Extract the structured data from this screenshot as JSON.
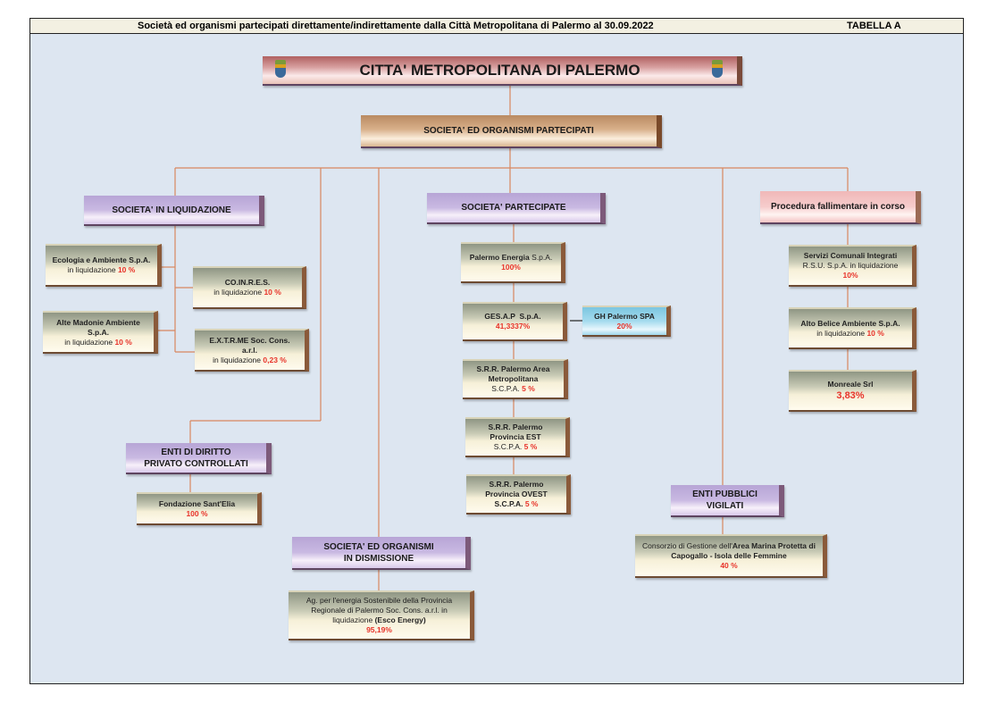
{
  "header": {
    "title": "Società ed organismi partecipati direttamente/indirettamente dalla Città Metropolitana di Palermo al 30.09.2022",
    "tabella": "TABELLA A"
  },
  "root": {
    "title": "CITTA' METROPOLITANA DI PALERMO"
  },
  "main_group": {
    "title": "SOCIETA' ED ORGANISMI PARTECIPATI"
  },
  "liquidazione": {
    "title": "SOCIETA' IN LIQUIDAZIONE",
    "items": [
      {
        "name": "Ecologia e Ambiente S.p.A.",
        "status": "in liquidazione",
        "pct": "10 %"
      },
      {
        "name": "CO.IN.R.E.S.",
        "status": "in liquidazione",
        "pct": "10 %"
      },
      {
        "name": "Alte Madonie Ambiente S.p.A.",
        "status": "in liquidazione",
        "pct": "10 %"
      },
      {
        "name": "E.X.T.R.ME Soc. Cons. a.r.l.",
        "status": "in liquidazione",
        "pct": "0,23 %"
      }
    ]
  },
  "privato": {
    "title1": "ENTI DI DIRITTO",
    "title2": "PRIVATO CONTROLLATI",
    "items": [
      {
        "name": "Fondazione Sant'Elia",
        "pct": "100 %"
      }
    ]
  },
  "dismissione": {
    "title1": "SOCIETA' ED ORGANISMI",
    "title2": "IN DISMISSIONE",
    "items": [
      {
        "name": "Ag. per l'energia Sostenibile della Provincia Regionale di Palermo Soc. Cons. a.r.l. in liquidazione",
        "bold": "(Esco Energy)",
        "pct": "95,19%"
      }
    ]
  },
  "partecipate": {
    "title": "SOCIETA' PARTECIPATE",
    "items": [
      {
        "name": "Palermo Energia",
        "suffix": "S.p.A.",
        "pct": "100%"
      },
      {
        "name": "GES.A.P  S.p.A.",
        "pct": "41,3337%"
      },
      {
        "name": "GH Palermo SPA",
        "pct": "20%"
      },
      {
        "name": "S.R.R. Palermo Area Metropolitana",
        "suffix": "S.C.P.A.",
        "pct": "5 %"
      },
      {
        "name": "S.R.R. Palermo Provincia EST",
        "suffix": "S.C.P.A.",
        "pct": "5 %"
      },
      {
        "name": "S.R.R. Palermo Provincia OVEST",
        "suffix": "S.C.P.A.",
        "pct": "5 %"
      }
    ]
  },
  "vigilati": {
    "title1": "ENTI PUBBLICI",
    "title2": "VIGILATI",
    "items": [
      {
        "prefix": "Consorzio di Gestione dell'",
        "name": "Area Marina Protetta di Capogallo - Isola delle Femmine",
        "pct": "40 %"
      }
    ]
  },
  "fallimentare": {
    "title": "Procedura fallimentare in corso",
    "items": [
      {
        "name": "Servizi Comunali Integrati",
        "status": "R.S.U. S.p.A. in liquidazione",
        "pct": "10%"
      },
      {
        "name": "Alto Belice Ambiente S.p.A.",
        "status": "in liquidazione",
        "pct": "10 %"
      },
      {
        "name": "Monreale Srl",
        "pct": "3,83%"
      }
    ]
  },
  "colors": {
    "connector": "#d9875f",
    "percent": "#e8332a",
    "background": "#dde6f1"
  }
}
